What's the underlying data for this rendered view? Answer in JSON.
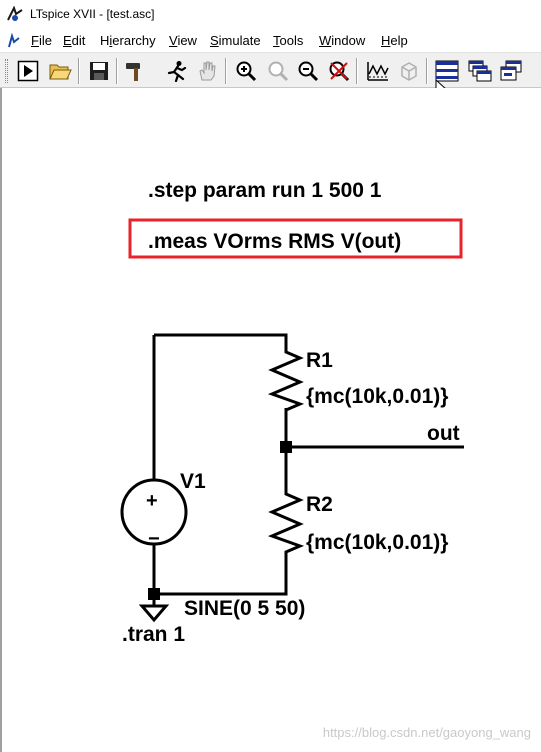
{
  "window": {
    "title": "LTspice XVII - [test.asc]"
  },
  "menu": {
    "items": [
      "File",
      "Edit",
      "Hierarchy",
      "View",
      "Simulate",
      "Tools",
      "Window",
      "Help"
    ],
    "underlines": [
      "F",
      "E",
      "i",
      "V",
      "S",
      "T",
      "W",
      "H"
    ]
  },
  "toolbar": {
    "buttons": [
      "run-icon",
      "open-folder-icon",
      "save-icon",
      "hammer-icon",
      "runner-icon",
      "hand-icon",
      "zoom-in-icon",
      "zoom-fit-icon",
      "zoom-out-icon",
      "zoom-cancel-icon",
      "waveform-icon",
      "cube-icon",
      "tile-horizontal-icon",
      "cascade-icon",
      "tile-vertical-icon"
    ]
  },
  "schematic": {
    "step_directive": ".step param run 1 500 1",
    "meas_directive": ".meas VOrms RMS V(out)",
    "highlight_color": "#e8232b",
    "r1_name": "R1",
    "r1_value": "{mc(10k,0.01)}",
    "r2_name": "R2",
    "r2_value": "{mc(10k,0.01)}",
    "v1_name": "V1",
    "v1_value": "SINE(0 5 50)",
    "plus_sign": "+",
    "minus_sign": "−",
    "net_label": "out",
    "tran_directive": ".tran 1"
  },
  "watermark": "https://blog.csdn.net/gaoyong_wang"
}
